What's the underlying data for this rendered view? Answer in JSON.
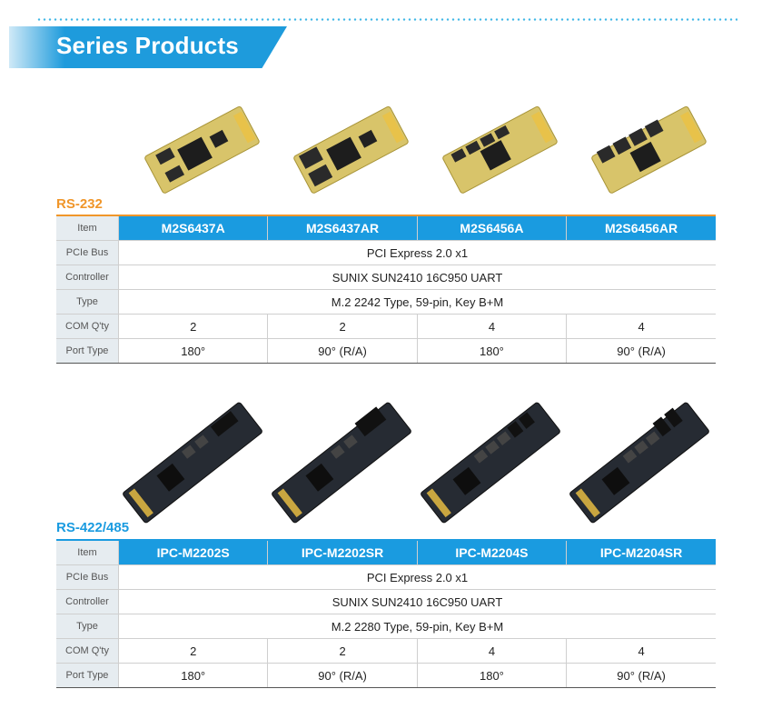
{
  "header": {
    "title": "Series Products"
  },
  "sections": [
    {
      "title": "RS-232",
      "table": {
        "item_label": "Item",
        "models": [
          "M2S6437A",
          "M2S6437AR",
          "M2S6456A",
          "M2S6456AR"
        ],
        "pcie_bus_label": "PCIe Bus",
        "pcie_bus": "PCI Express 2.0 x1",
        "controller_label": "Controller",
        "controller": "SUNIX SUN2410 16C950 UART",
        "type_label": "Type",
        "type": "M.2 2242 Type, 59-pin, Key B+M",
        "com_label": "COM Q'ty",
        "com": [
          "2",
          "2",
          "4",
          "4"
        ],
        "port_label": "Port Type",
        "port": [
          "180°",
          "90° (R/A)",
          "180°",
          "90° (R/A)"
        ]
      }
    },
    {
      "title": "RS-422/485",
      "table": {
        "item_label": "Item",
        "models": [
          "IPC-M2202S",
          "IPC-M2202SR",
          "IPC-M2204S",
          "IPC-M2204SR"
        ],
        "pcie_bus_label": "PCIe Bus",
        "pcie_bus": "PCI Express 2.0 x1",
        "controller_label": "Controller",
        "controller": "SUNIX SUN2410 16C950 UART",
        "type_label": "Type",
        "type": "M.2 2280 Type, 59-pin, Key B+M",
        "com_label": "COM Q'ty",
        "com": [
          "2",
          "2",
          "4",
          "4"
        ],
        "port_label": "Port Type",
        "port": [
          "180°",
          "90° (R/A)",
          "180°",
          "90° (R/A)"
        ]
      }
    }
  ],
  "colors": {
    "accent_blue": "#1a9be0",
    "accent_orange": "#f0962a",
    "label_bg": "#e6ecf0"
  }
}
